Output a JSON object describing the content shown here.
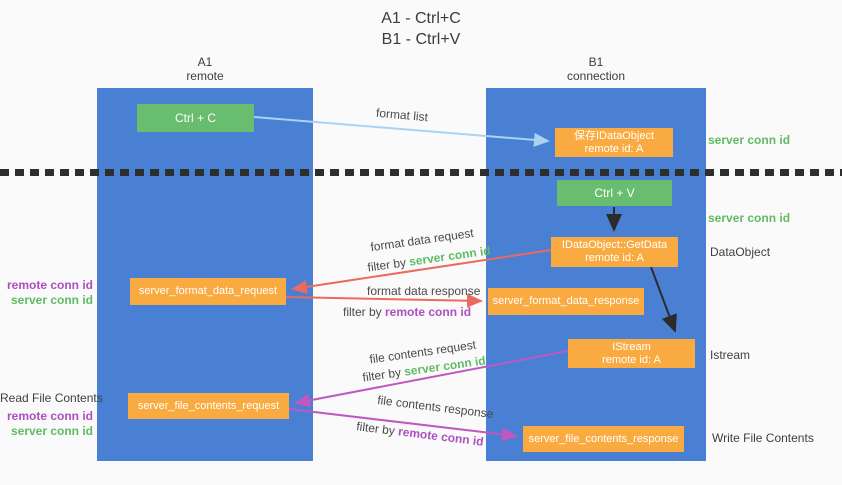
{
  "title": {
    "line1": "A1 - Ctrl+C",
    "line2": "B1 - Ctrl+V"
  },
  "columns": {
    "left": {
      "name": "A1",
      "subtitle": "remote"
    },
    "right": {
      "name": "B1",
      "subtitle": "connection"
    }
  },
  "boxes": {
    "ctrl_c": "Ctrl + C",
    "save_idataobject": {
      "line1": "保存IDataObject",
      "line2": "remote id: A"
    },
    "ctrl_v": "Ctrl + V",
    "getdata": {
      "line1": "IDataObject::GetData",
      "line2": "remote id: A"
    },
    "format_request": "server_format_data_request",
    "format_response": "server_format_data_response",
    "istream": {
      "line1": "IStream",
      "line2": "remote id: A"
    },
    "file_request": "server_file_contents_request",
    "file_response": "server_file_contents_response"
  },
  "arrow_labels": {
    "format_list": "format list",
    "format_data_request": "format data request",
    "format_data_response": "format data response",
    "file_contents_request": "file contents request",
    "file_contents_response": "file contents response",
    "filter_by": "filter by ",
    "server_conn_id": "server conn id",
    "remote_conn_id": "remote conn id"
  },
  "side_labels": {
    "server_conn_id_top": "server conn id",
    "server_conn_id_mid": "server conn id",
    "dataobject": "DataObject",
    "istream": "Istream",
    "write_file_contents": "Write File Contents",
    "read_file_contents": "Read File Contents",
    "remote_conn_id_upper": "remote conn id",
    "server_conn_id_upper": "server conn id",
    "remote_conn_id_lower": "remote conn id",
    "server_conn_id_lower": "server conn id"
  },
  "colors": {
    "column_blue": "#4a80d3",
    "box_green": "#68bd6e",
    "box_orange": "#f9ab41",
    "arrow_lightblue": "#a8d3f2",
    "arrow_red": "#e96a5e",
    "arrow_magenta": "#c158c1",
    "arrow_black": "#2b2b2b",
    "label_green": "#5fbb63",
    "label_purple": "#ad4fc0"
  }
}
